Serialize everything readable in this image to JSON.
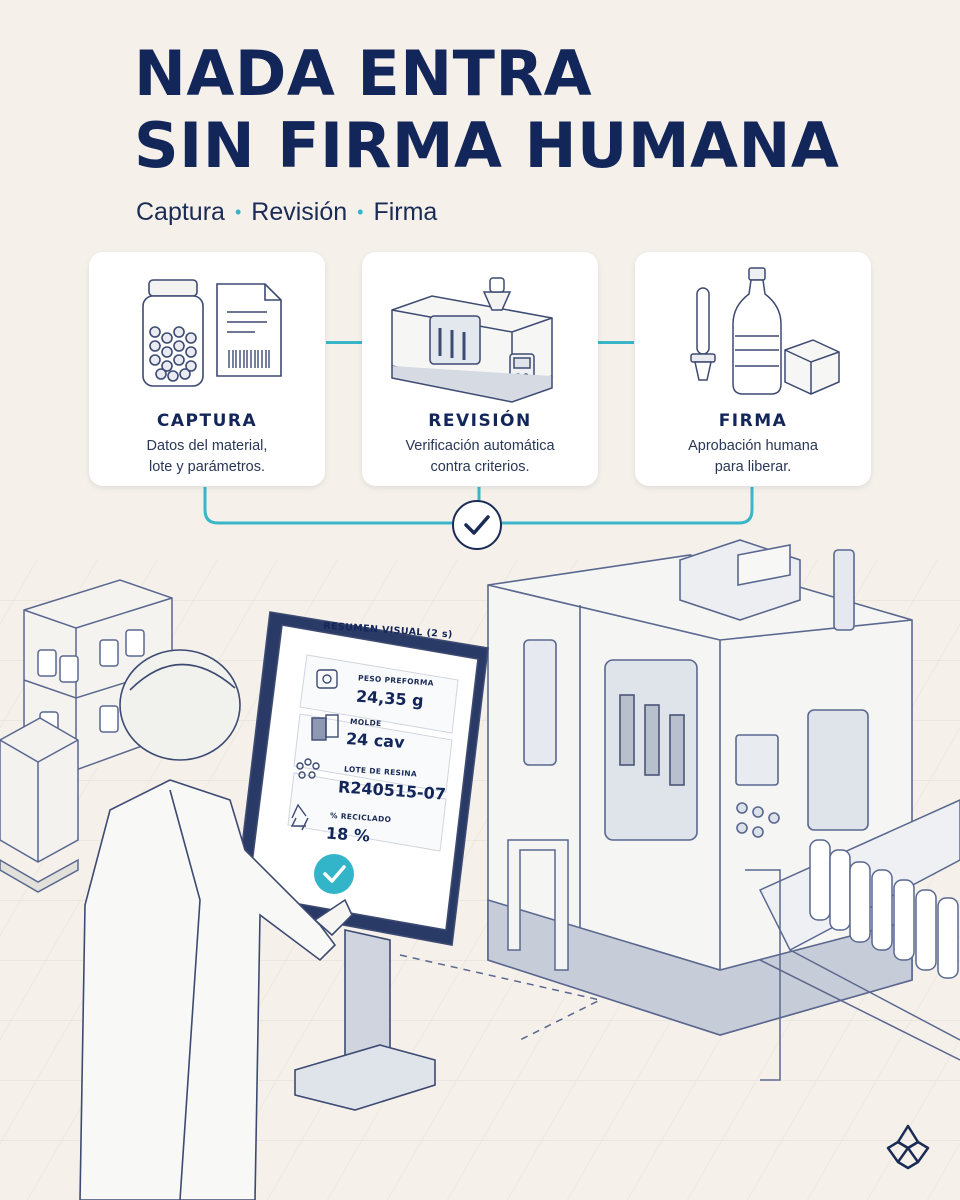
{
  "header": {
    "title_line1": "NADA ENTRA",
    "title_line2": "SIN FIRMA HUMANA",
    "subtitle_items": [
      "Captura",
      "Revisión",
      "Firma"
    ]
  },
  "steps": [
    {
      "title": "CAPTURA",
      "desc_line1": "Datos del material,",
      "desc_line2": "lote y parámetros.",
      "icon": "resin-jar-and-barcode-sheet-icon"
    },
    {
      "title": "REVISIÓN",
      "desc_line1": "Verificación automática",
      "desc_line2": "contra criterios.",
      "icon": "injection-molding-machine-icon"
    },
    {
      "title": "FIRMA",
      "desc_line1": "Aprobación humana",
      "desc_line2": "para liberar.",
      "icon": "preform-bottle-box-icon"
    }
  ],
  "kiosk": {
    "screen_title": "RESUMEN VISUAL (2 s)",
    "rows": [
      {
        "label": "PESO PREFORMA",
        "value": "24,35 g",
        "icon": "scale-icon"
      },
      {
        "label": "MOLDE",
        "value": "24 cav",
        "icon": "mold-icon"
      },
      {
        "label": "LOTE DE RESINA",
        "value": "R240515-07",
        "icon": "resin-pellets-icon"
      },
      {
        "label": "% RECICLADO",
        "value": "18 %",
        "icon": "recycle-icon"
      }
    ],
    "confirm_icon": "check-icon"
  },
  "colors": {
    "navy": "#13265a",
    "accent": "#3ab6c8",
    "background": "#f5f1ea",
    "line_art": "#5a6890"
  }
}
